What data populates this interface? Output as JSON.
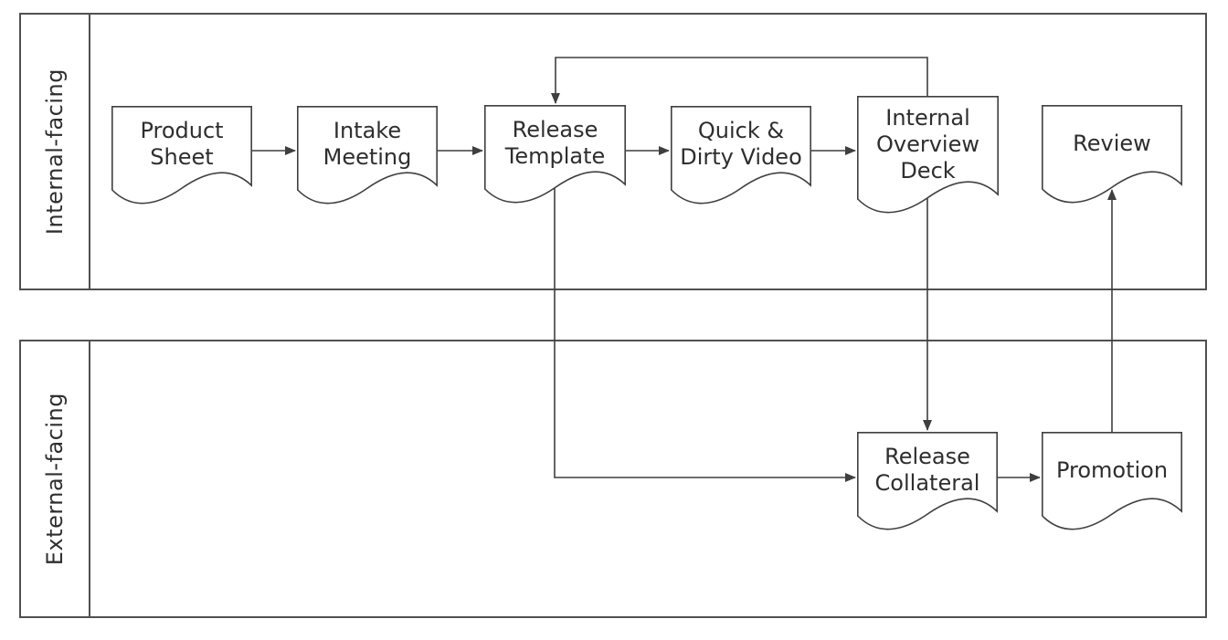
{
  "colors": {
    "line": "#3f3f3f",
    "lane-border": "#505050",
    "text": "#2e2e2e",
    "bg": "#ffffff"
  },
  "lanes": [
    {
      "id": "internal-facing",
      "label": "Internal-facing"
    },
    {
      "id": "external-facing",
      "label": "External-facing"
    }
  ],
  "nodes": [
    {
      "id": "product-sheet",
      "shape": "document",
      "lane": "internal-facing",
      "lines": [
        "Product",
        "Sheet"
      ]
    },
    {
      "id": "intake-meeting",
      "shape": "document",
      "lane": "internal-facing",
      "lines": [
        "Intake",
        "Meeting"
      ]
    },
    {
      "id": "release-template",
      "shape": "document",
      "lane": "internal-facing",
      "lines": [
        "Release",
        "Template"
      ]
    },
    {
      "id": "quick-dirty-video",
      "shape": "document",
      "lane": "internal-facing",
      "lines": [
        "Quick &",
        "Dirty Video"
      ]
    },
    {
      "id": "internal-overview-deck",
      "shape": "document",
      "lane": "internal-facing",
      "lines": [
        "Internal",
        "Overview",
        "Deck"
      ]
    },
    {
      "id": "review",
      "shape": "document",
      "lane": "internal-facing",
      "lines": [
        "Review"
      ]
    },
    {
      "id": "release-collateral",
      "shape": "document",
      "lane": "external-facing",
      "lines": [
        "Release",
        "Collateral"
      ]
    },
    {
      "id": "promotion",
      "shape": "document",
      "lane": "external-facing",
      "lines": [
        "Promotion"
      ]
    }
  ],
  "edges": [
    {
      "from": "product-sheet",
      "to": "intake-meeting"
    },
    {
      "from": "intake-meeting",
      "to": "release-template"
    },
    {
      "from": "release-template",
      "to": "quick-dirty-video"
    },
    {
      "from": "quick-dirty-video",
      "to": "internal-overview-deck"
    },
    {
      "from": "internal-overview-deck",
      "to": "release-template"
    },
    {
      "from": "release-template",
      "to": "release-collateral"
    },
    {
      "from": "internal-overview-deck",
      "to": "release-collateral"
    },
    {
      "from": "release-collateral",
      "to": "promotion"
    },
    {
      "from": "promotion",
      "to": "review"
    }
  ]
}
